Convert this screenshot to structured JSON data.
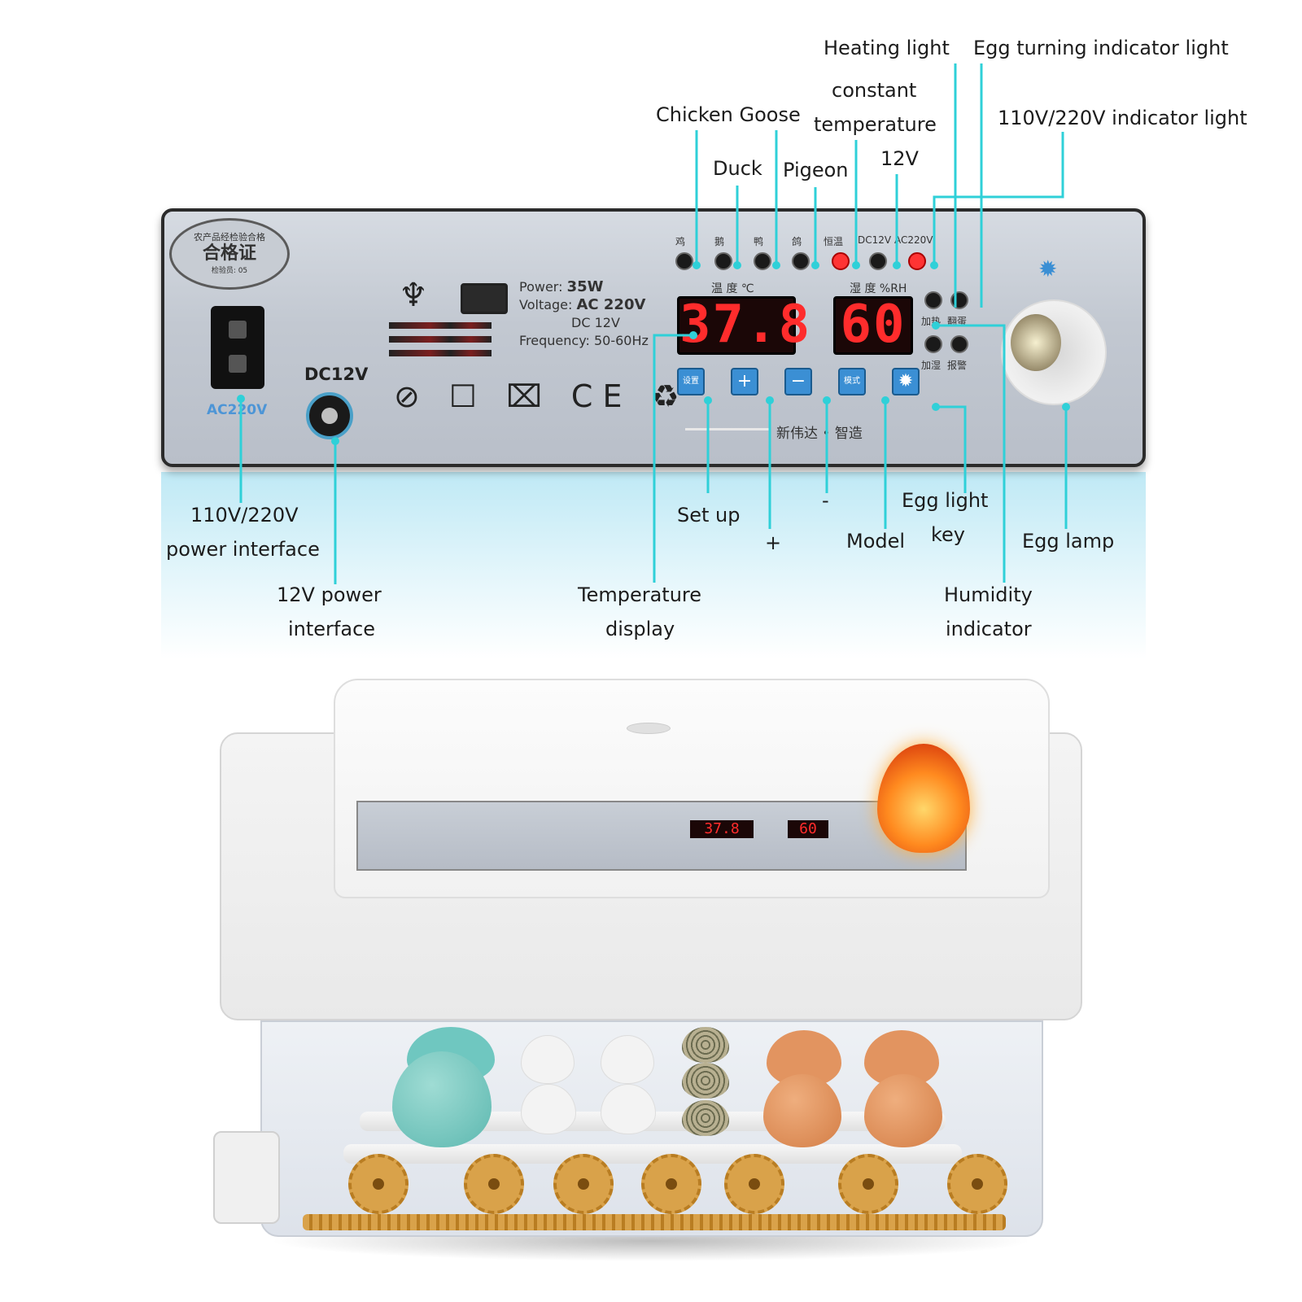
{
  "callouts": {
    "heating_light": "Heating light",
    "egg_turning_light": "Egg turning indicator light",
    "constant_temperature_line1": "constant",
    "constant_temperature_line2": "temperature",
    "chicken_goose": "Chicken Goose",
    "voltage_indicator": "110V/220V indicator light",
    "duck": "Duck",
    "pigeon": "Pigeon",
    "twelve_v": "12V",
    "power_interface_line1": "110V/220V",
    "power_interface_line2": "power interface",
    "set_up": "Set up",
    "minus": "-",
    "egg_light_key_line1": "Egg light",
    "egg_light_key_line2": "key",
    "egg_lamp": "Egg lamp",
    "plus": "+",
    "model": "Model",
    "dc_power_line1": "12V power",
    "dc_power_line2": "interface",
    "temp_display_line1": "Temperature",
    "temp_display_line2": "display",
    "humidity_line1": "Humidity",
    "humidity_line2": "indicator"
  },
  "panel": {
    "seal_line1": "农产品经检验合格",
    "seal_line2": "合格证",
    "seal_line3": "检验员: 05",
    "ac_label": "AC220V",
    "dc_label": "DC12V",
    "spec_power_label": "Power:",
    "spec_power_value": "35W",
    "spec_voltage_label": "Voltage:",
    "spec_voltage_ac": "AC 220V",
    "spec_voltage_dc": "DC 12V",
    "spec_frequency": "Frequency: 50-60Hz",
    "cert_marks": "⊘ ☐ ⌧ CE ♻",
    "led_labels": [
      "鸡",
      "鹅",
      "鸭",
      "鸽",
      "恒温",
      "DC12V",
      "AC220V"
    ],
    "temp_header": "温 度 ℃",
    "humidity_header": "湿 度 %RH",
    "temp_value": "37.8",
    "humidity_value": "60",
    "status_led_labels": [
      "加热",
      "翻蛋",
      "加湿",
      "报警"
    ],
    "key_setup": "设置",
    "key_plus": "+",
    "key_minus": "−",
    "key_model": "模式",
    "key_light": "✹",
    "brand": "新伟达 • 智造",
    "sun_icon": "✹"
  },
  "incubator": {
    "mini_temp": "37.8",
    "mini_humidity": "60"
  },
  "colors": {
    "accent_line": "#2fd0d8",
    "led_red": "#ff3434",
    "display_red": "#ff2c2c",
    "key_blue": "#3b8fd4"
  }
}
